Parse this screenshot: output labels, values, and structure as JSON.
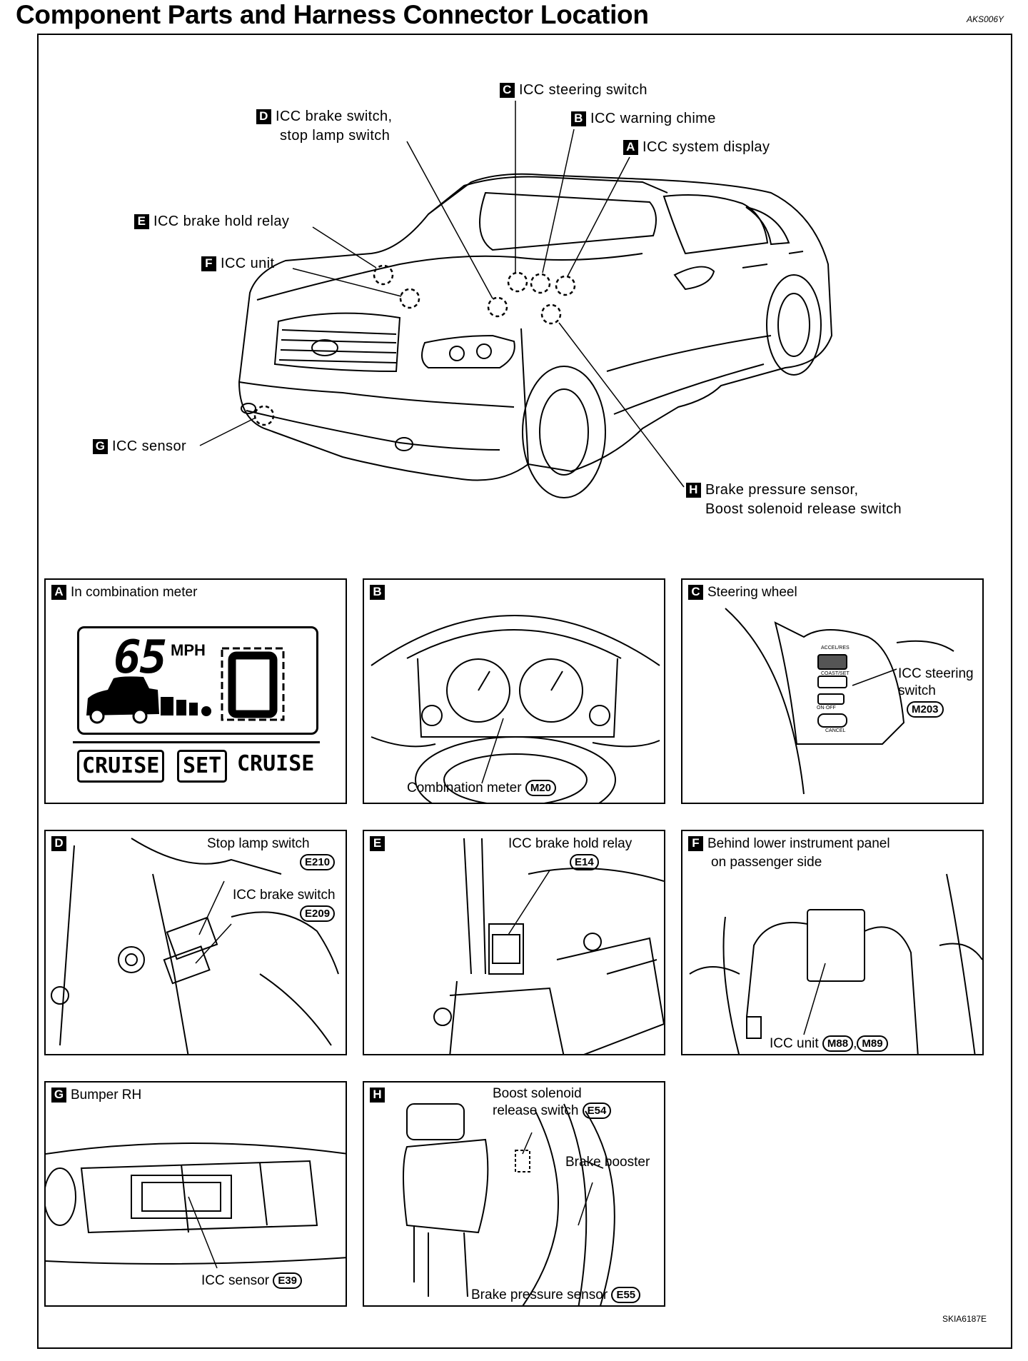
{
  "header": {
    "title": "Component Parts and Harness Connector Location",
    "ref_code": "AKS006Y"
  },
  "footer": {
    "ref_code": "SKIA6187E"
  },
  "overview": {
    "callouts": [
      {
        "letter": "C",
        "text": "ICC steering switch"
      },
      {
        "letter": "D",
        "text": "ICC brake switch,",
        "text2": "stop lamp switch"
      },
      {
        "letter": "B",
        "text": "ICC warning chime"
      },
      {
        "letter": "A",
        "text": "ICC system display"
      },
      {
        "letter": "E",
        "text": "ICC brake hold relay"
      },
      {
        "letter": "F",
        "text": "ICC unit"
      },
      {
        "letter": "G",
        "text": "ICC sensor"
      },
      {
        "letter": "H",
        "text": "Brake pressure sensor,",
        "text2": "Boost solenoid release switch"
      }
    ]
  },
  "panels": {
    "A": {
      "letter": "A",
      "header": "In combination meter",
      "speed": "65",
      "unit": "MPH",
      "gear": "0",
      "cruise1": "CRUISE",
      "set": "SET",
      "cruise2": "CRUISE"
    },
    "B": {
      "letter": "B",
      "label": "Combination meter",
      "connector": "M20"
    },
    "C": {
      "letter": "C",
      "header": "Steering wheel",
      "label1": "ICC steering",
      "label2": "switch",
      "connector": "M203",
      "btn1": "ACCEL/RES",
      "btn2": "COAST/SET",
      "btn3": "ON·OFF",
      "btn4": "CANCEL"
    },
    "D": {
      "letter": "D",
      "label1": "Stop lamp switch",
      "conn1": "E210",
      "label2": "ICC brake switch",
      "conn2": "E209"
    },
    "E": {
      "letter": "E",
      "label": "ICC brake hold relay",
      "connector": "E14"
    },
    "F": {
      "letter": "F",
      "header1": "Behind lower instrument panel",
      "header2": "on passenger side",
      "label": "ICC unit",
      "conn1": "M88",
      "conn2": "M89"
    },
    "G": {
      "letter": "G",
      "header": "Bumper RH",
      "label": "ICC sensor",
      "connector": "E39"
    },
    "H": {
      "letter": "H",
      "label1": "Boost solenoid",
      "label2": "release switch",
      "conn1": "E54",
      "label3": "Brake booster",
      "label4": "Brake pressure sensor",
      "conn2": "E55"
    }
  }
}
